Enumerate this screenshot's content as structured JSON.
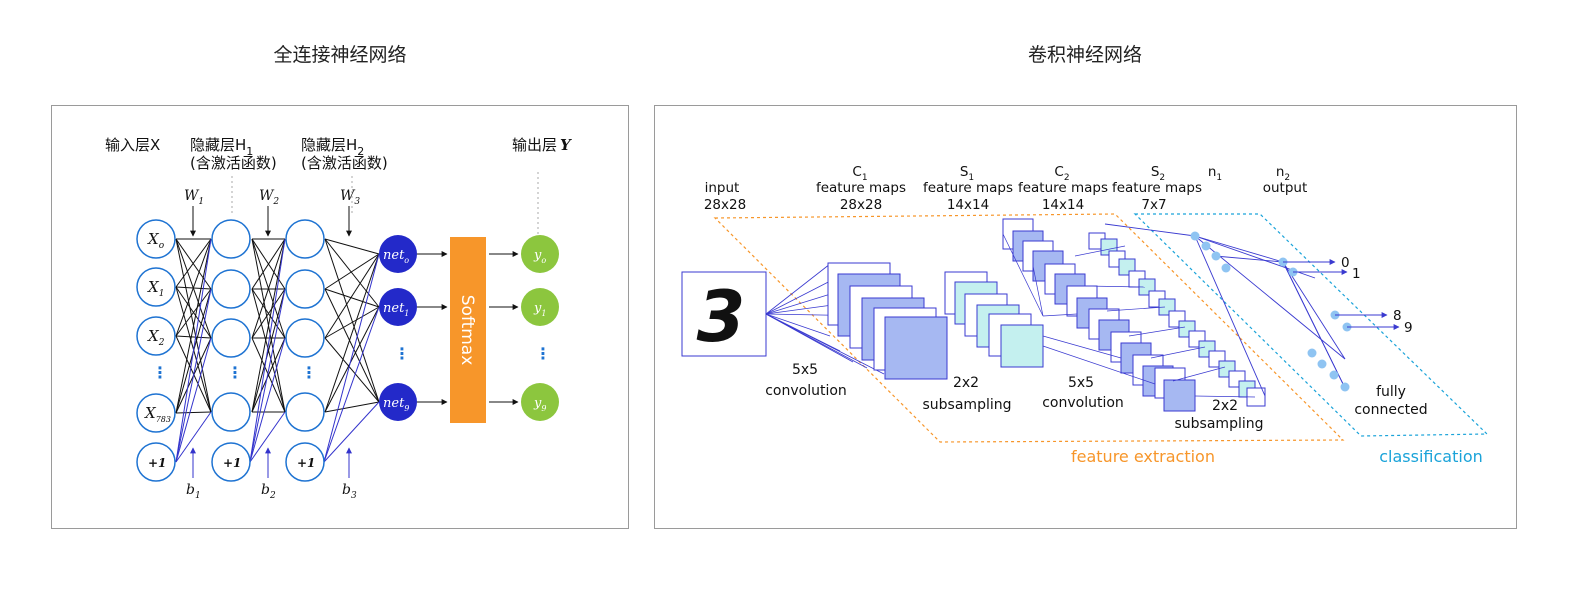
{
  "titles": {
    "left": "全连接神经网络",
    "right": "卷积神经网络"
  },
  "fc": {
    "input_layer": "输入层X",
    "hidden1": "隐藏层H",
    "hidden1_sub": "1",
    "hidden2": "隐藏层H",
    "hidden2_sub": "2",
    "activation_note": "(含激活函数)",
    "output_layer": "输出层",
    "output_var": "Y",
    "weights": [
      {
        "main": "W",
        "sub": "1"
      },
      {
        "main": "W",
        "sub": "2"
      },
      {
        "main": "W",
        "sub": "3"
      }
    ],
    "biases": [
      {
        "main": "b",
        "sub": "1"
      },
      {
        "main": "b",
        "sub": "2"
      },
      {
        "main": "b",
        "sub": "3"
      }
    ],
    "inputs": [
      {
        "main": "X",
        "sub": "o"
      },
      {
        "main": "X",
        "sub": "1"
      },
      {
        "main": "X",
        "sub": "2"
      },
      {
        "main": "X",
        "sub": "783"
      }
    ],
    "bias_node": "+1",
    "dots": "⋮",
    "net_nodes": [
      {
        "main": "net",
        "sub": "o"
      },
      {
        "main": "net",
        "sub": "1"
      },
      {
        "main": "net",
        "sub": "9"
      }
    ],
    "softmax": "Softmax",
    "outputs": [
      {
        "main": "y",
        "sub": "o"
      },
      {
        "main": "y",
        "sub": "1"
      },
      {
        "main": "y",
        "sub": "9"
      }
    ],
    "colors": {
      "node_stroke": "#1e73d2",
      "net_fill": "#2329c9",
      "softmax": "#f7962a",
      "output_fill": "#8cc63e",
      "bias_edge": "#3333cc"
    }
  },
  "cnn": {
    "input_label_1": "input",
    "input_label_2": "28x28",
    "digit": "3",
    "c1": {
      "main": "C",
      "sub": "1",
      "line2": "feature maps",
      "line3": "28x28"
    },
    "s1": {
      "main": "S",
      "sub": "1",
      "line2": "feature maps",
      "line3": "14x14"
    },
    "c2": {
      "main": "C",
      "sub": "2",
      "line2": "feature maps",
      "line3": "14x14"
    },
    "s2": {
      "main": "S",
      "sub": "2",
      "line2": "feature maps",
      "line3": "7x7"
    },
    "n1": {
      "main": "n",
      "sub": "1"
    },
    "n2": {
      "main": "n",
      "sub": "2",
      "line2": "output"
    },
    "conv1": [
      "5x5",
      "convolution"
    ],
    "sub1": [
      "2x2",
      "subsampling"
    ],
    "conv2": [
      "5x5",
      "convolution"
    ],
    "sub2": [
      "2x2",
      "subsampling"
    ],
    "fully": [
      "fully",
      "connected"
    ],
    "outputs": [
      "0",
      "1",
      "8",
      "9"
    ],
    "feature_extraction": "feature extraction",
    "classification": "classification",
    "colors": {
      "orange": "#f7962a",
      "cyan": "#1aa3d9",
      "map_fill": "#a6b8f2",
      "map_stroke": "#3a3ad0",
      "light_map": "#c4f0ef",
      "node": "#8fc4f2"
    }
  }
}
